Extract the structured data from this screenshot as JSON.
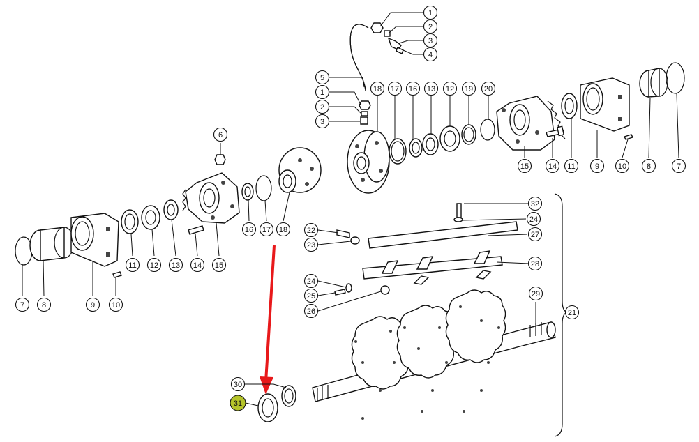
{
  "diagram": {
    "highlight_color": "#b5c42a",
    "arrow_color": "#e8191b",
    "callouts": [
      {
        "id": "c-1a",
        "label": "1"
      },
      {
        "id": "c-2a",
        "label": "2"
      },
      {
        "id": "c-3a",
        "label": "3"
      },
      {
        "id": "c-4a",
        "label": "4"
      },
      {
        "id": "c-5",
        "label": "5"
      },
      {
        "id": "c-1b",
        "label": "1"
      },
      {
        "id": "c-2b",
        "label": "2"
      },
      {
        "id": "c-3b",
        "label": "3"
      },
      {
        "id": "c-18a",
        "label": "18"
      },
      {
        "id": "c-17a",
        "label": "17"
      },
      {
        "id": "c-16a",
        "label": "16"
      },
      {
        "id": "c-13a",
        "label": "13"
      },
      {
        "id": "c-12a",
        "label": "12"
      },
      {
        "id": "c-19",
        "label": "19"
      },
      {
        "id": "c-20",
        "label": "20"
      },
      {
        "id": "c-15a",
        "label": "15"
      },
      {
        "id": "c-14a",
        "label": "14"
      },
      {
        "id": "c-11a",
        "label": "11"
      },
      {
        "id": "c-9a",
        "label": "9"
      },
      {
        "id": "c-10a",
        "label": "10"
      },
      {
        "id": "c-8a",
        "label": "8"
      },
      {
        "id": "c-7a",
        "label": "7"
      },
      {
        "id": "c-6",
        "label": "6"
      },
      {
        "id": "c-16b",
        "label": "16"
      },
      {
        "id": "c-17b",
        "label": "17"
      },
      {
        "id": "c-18b",
        "label": "18"
      },
      {
        "id": "c-11b",
        "label": "11"
      },
      {
        "id": "c-12b",
        "label": "12"
      },
      {
        "id": "c-13b",
        "label": "13"
      },
      {
        "id": "c-14b",
        "label": "14"
      },
      {
        "id": "c-15b",
        "label": "15"
      },
      {
        "id": "c-7b",
        "label": "7"
      },
      {
        "id": "c-8b",
        "label": "8"
      },
      {
        "id": "c-9b",
        "label": "9"
      },
      {
        "id": "c-10b",
        "label": "10"
      },
      {
        "id": "c-32",
        "label": "32"
      },
      {
        "id": "c-24a",
        "label": "24"
      },
      {
        "id": "c-27",
        "label": "27"
      },
      {
        "id": "c-22",
        "label": "22"
      },
      {
        "id": "c-23",
        "label": "23"
      },
      {
        "id": "c-28",
        "label": "28"
      },
      {
        "id": "c-24b",
        "label": "24"
      },
      {
        "id": "c-25",
        "label": "25"
      },
      {
        "id": "c-26",
        "label": "26"
      },
      {
        "id": "c-29",
        "label": "29"
      },
      {
        "id": "c-21",
        "label": "21"
      },
      {
        "id": "c-30",
        "label": "30"
      },
      {
        "id": "c-31",
        "label": "31",
        "highlighted": true
      }
    ]
  }
}
